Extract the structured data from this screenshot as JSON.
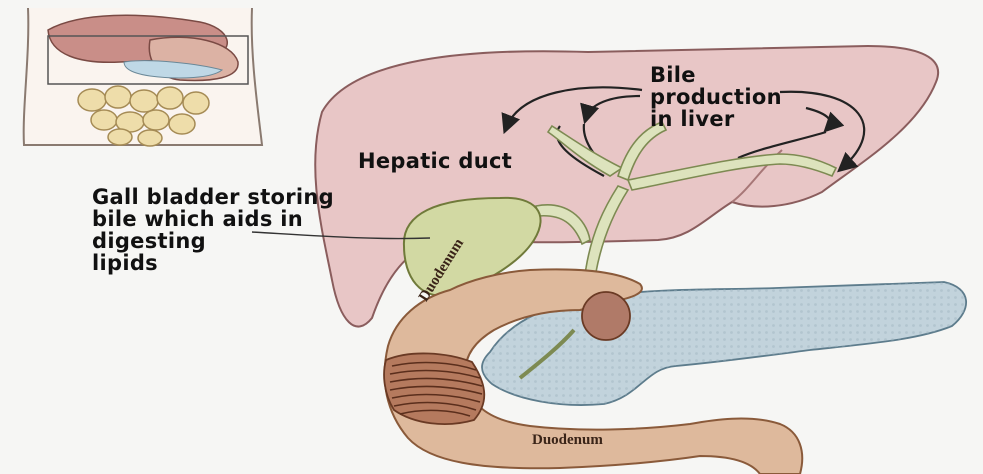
{
  "labels": {
    "bile_production": [
      "Bile",
      "production",
      "in liver"
    ],
    "hepatic_duct": "Hepatic duct",
    "gall_bladder": [
      "Gall bladder storing",
      "bile which aids in",
      "digesting",
      "lipids"
    ],
    "duodenum_upper": "Duodenum",
    "duodenum_lower": "Duodenum"
  },
  "colors": {
    "liver": "#e8c6c6",
    "gallbladder": "#d2d9a3",
    "duct": "#dde3bd",
    "duodenum": "#deb99c",
    "pancreas": "#c2d3dc",
    "intestine": "#eeddaa",
    "background": "#f6f6f4",
    "text": "#111111"
  },
  "icons": [
    "torso-inset-icon"
  ]
}
